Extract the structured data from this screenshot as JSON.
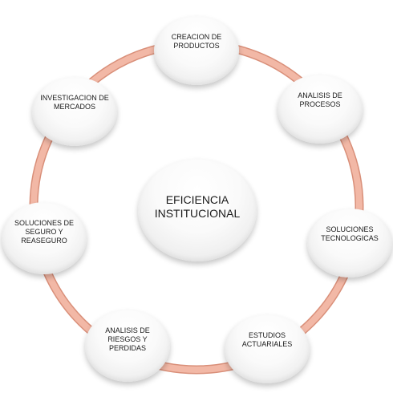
{
  "diagram": {
    "center": "EFICIENCIA INSTITUCIONAL",
    "nodes": [
      "CREACION DE PRODUCTOS",
      "ANALISIS DE PROCESOS",
      "SOLUCIONES TECNOLOGICAS",
      "ESTUDIOS ACTUARIALES",
      "ANALISIS DE RIESGOS Y PERDIDAS",
      "SOLUCIONES DE SEGURO Y REASEGURO",
      "INVESTIGACION DE MERCADOS"
    ]
  },
  "colors": {
    "ring": "#f2b8a6",
    "ring_edge": "#d98f79",
    "node_fill": "#f7f7f7"
  }
}
